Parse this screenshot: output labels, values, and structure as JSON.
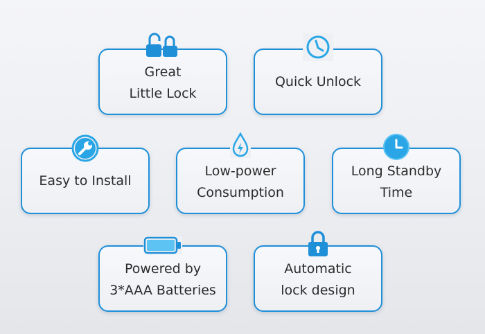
{
  "features": [
    {
      "lines": [
        "Great",
        "Little Lock"
      ],
      "icon": "double-padlock-icon"
    },
    {
      "lines": [
        "Quick Unlock"
      ],
      "icon": "clock-outline-icon"
    },
    {
      "lines": [
        "Easy to Install"
      ],
      "icon": "wrench-icon"
    },
    {
      "lines": [
        "Low-power",
        "Consumption"
      ],
      "icon": "power-drop-icon"
    },
    {
      "lines": [
        "Long Standby",
        "Time"
      ],
      "icon": "clock-filled-icon"
    },
    {
      "lines": [
        "Powered by",
        "3*AAA Batteries"
      ],
      "icon": "battery-icon"
    },
    {
      "lines": [
        "Automatic",
        "lock design"
      ],
      "icon": "padlock-icon"
    }
  ],
  "colors": {
    "accent": "#1f8fd8",
    "accent_light": "#5cc3f3",
    "text": "#2b2b2b",
    "background": "#eff0f3"
  }
}
